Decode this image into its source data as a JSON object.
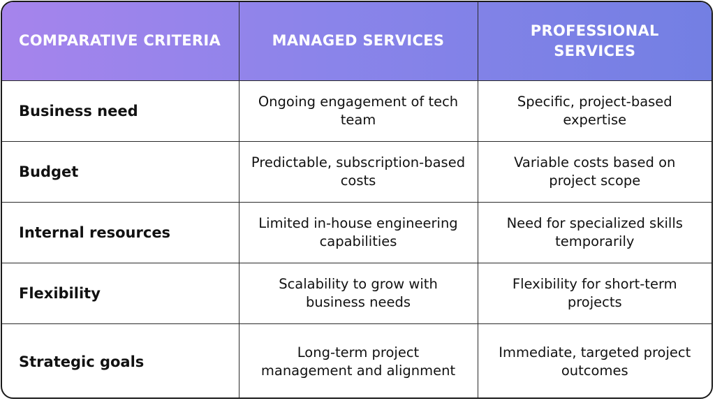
{
  "headers": {
    "criteria": "COMPARATIVE CRITERIA",
    "managed": "MANAGED SERVICES",
    "professional": "PROFESSIONAL SERVICES"
  },
  "rows": [
    {
      "criterion": "Business need",
      "managed": "Ongoing engagement of tech team",
      "professional": "Specific, project-based expertise"
    },
    {
      "criterion": "Budget",
      "managed": "Predictable, subscription-based costs",
      "professional": "Variable costs based on project scope"
    },
    {
      "criterion": "Internal resources",
      "managed": "Limited in-house engineering capabilities",
      "professional": "Need for specialized skills temporarily"
    },
    {
      "criterion": "Flexibility",
      "managed": "Scalability to grow with business needs",
      "professional": "Flexibility for short-term projects"
    },
    {
      "criterion": "Strategic goals",
      "managed": "Long-term project management and alignment",
      "professional": "Immediate, targeted project outcomes"
    }
  ]
}
